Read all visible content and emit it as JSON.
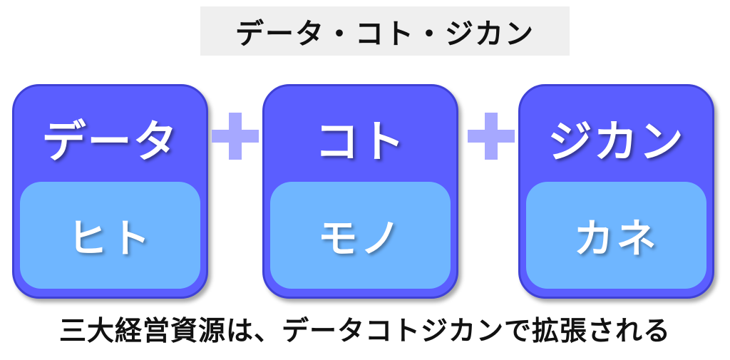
{
  "title": "データ・コト・ジカン",
  "cards": [
    {
      "top": "データ",
      "bottom": "ヒト"
    },
    {
      "top": "コト",
      "bottom": "モノ"
    },
    {
      "top": "ジカン",
      "bottom": "カネ"
    }
  ],
  "plus_icon": "plus-icon",
  "caption": "三大経営資源は、データコトジカンで拡張される",
  "colors": {
    "card_outer": "#5b5eff",
    "card_inner": "#6fb6ff",
    "plus": "#a6a8ff",
    "title_bg": "#efefef"
  }
}
